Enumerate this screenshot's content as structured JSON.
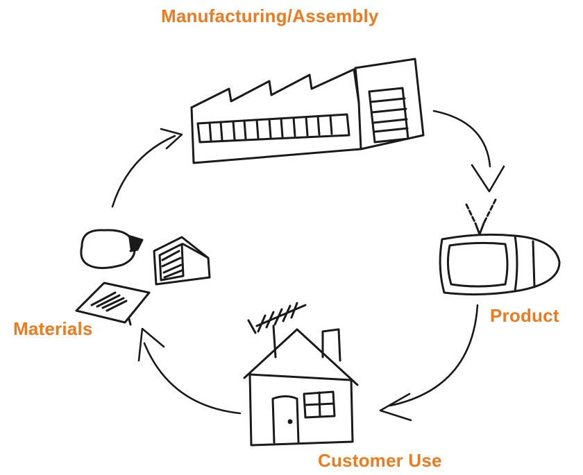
{
  "diagram": {
    "accent_color": "#ee7a1f",
    "ink_color": "#1a1a1a",
    "stages": {
      "manufacturing": {
        "label": "Manufacturing/Assembly",
        "icon": "factory-icon"
      },
      "product": {
        "label": "Product",
        "icon": "television-icon"
      },
      "customer_use": {
        "label": "Customer Use",
        "icon": "house-icon"
      },
      "materials": {
        "label": "Materials",
        "icon": "raw-materials-icon"
      }
    },
    "flow": [
      "manufacturing",
      "product",
      "customer_use",
      "materials",
      "manufacturing"
    ]
  }
}
